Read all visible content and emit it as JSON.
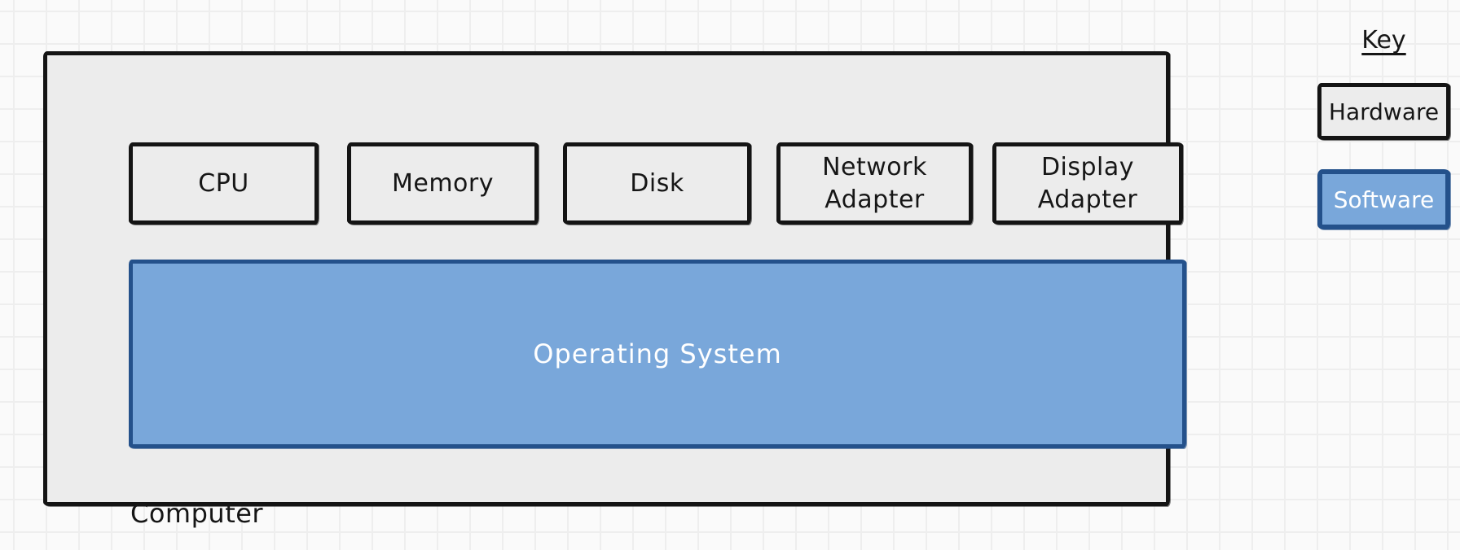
{
  "diagram": {
    "computer": {
      "label": "Computer",
      "hardware_components": [
        {
          "label": "CPU"
        },
        {
          "label": "Memory"
        },
        {
          "label": "Disk"
        },
        {
          "label": "Network Adapter"
        },
        {
          "label": "Display Adapter"
        }
      ],
      "software_components": [
        {
          "label": "Operating System"
        }
      ]
    },
    "key": {
      "title": "Key",
      "entries": [
        {
          "label": "Hardware",
          "type": "hardware"
        },
        {
          "label": "Software",
          "type": "software"
        }
      ]
    },
    "colors": {
      "canvas_background": "#fafafa",
      "grid_line": "#eeeeee",
      "hardware_fill": "#ececec",
      "hardware_border": "#141414",
      "software_fill": "#79a7da",
      "software_border": "#24518b",
      "software_text": "#ffffff",
      "text": "#161616"
    }
  }
}
